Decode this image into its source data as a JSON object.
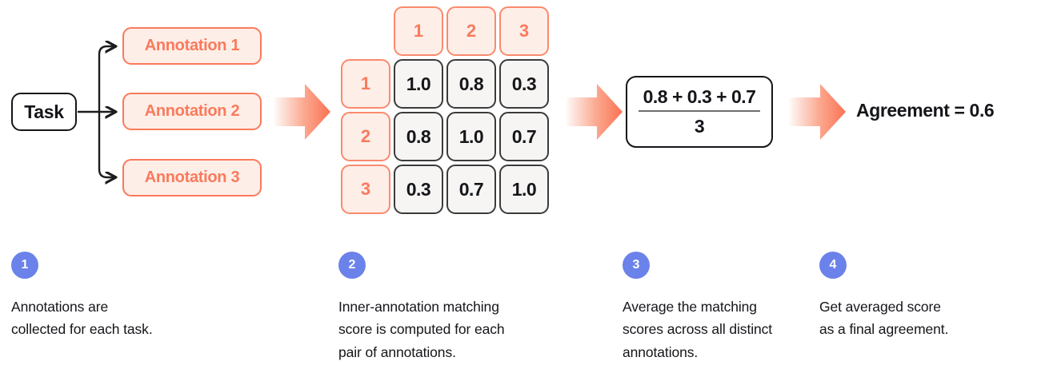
{
  "flow": {
    "task_label": "Task",
    "annotations": [
      {
        "label": "Annotation 1"
      },
      {
        "label": "Annotation 2"
      },
      {
        "label": "Annotation 3"
      }
    ]
  },
  "matrix": {
    "corner": "",
    "col_headers": [
      "1",
      "2",
      "3"
    ],
    "row_headers": [
      "1",
      "2",
      "3"
    ],
    "rows": [
      [
        "1.0",
        "0.8",
        "0.3"
      ],
      [
        "0.8",
        "1.0",
        "0.7"
      ],
      [
        "0.3",
        "0.7",
        "1.0"
      ]
    ]
  },
  "formula": {
    "numerator": "0.8 + 0.3 + 0.7",
    "denominator": "3"
  },
  "result": {
    "text": "Agreement = 0.6"
  },
  "steps": [
    {
      "number": "1",
      "text": "Annotations are\ncollected for each task."
    },
    {
      "number": "2",
      "text": "Inner-annotation matching\nscore is computed for each\npair of annotations."
    },
    {
      "number": "3",
      "text": "Average the matching\nscores across all distinct\nannotations."
    },
    {
      "number": "4",
      "text": "Get averaged score\nas a final agreement."
    }
  ],
  "colors": {
    "coral": "#fa7a5c",
    "coral_fill": "#fdeee8",
    "ink": "#15161a",
    "cell_fill": "#f6f5f3",
    "cell_border": "#3b3b3b",
    "badge_blue": "#6b82ea"
  },
  "icons": {
    "arrow_1": "right-arrow-icon",
    "arrow_2": "right-arrow-icon",
    "arrow_3": "right-arrow-icon"
  }
}
